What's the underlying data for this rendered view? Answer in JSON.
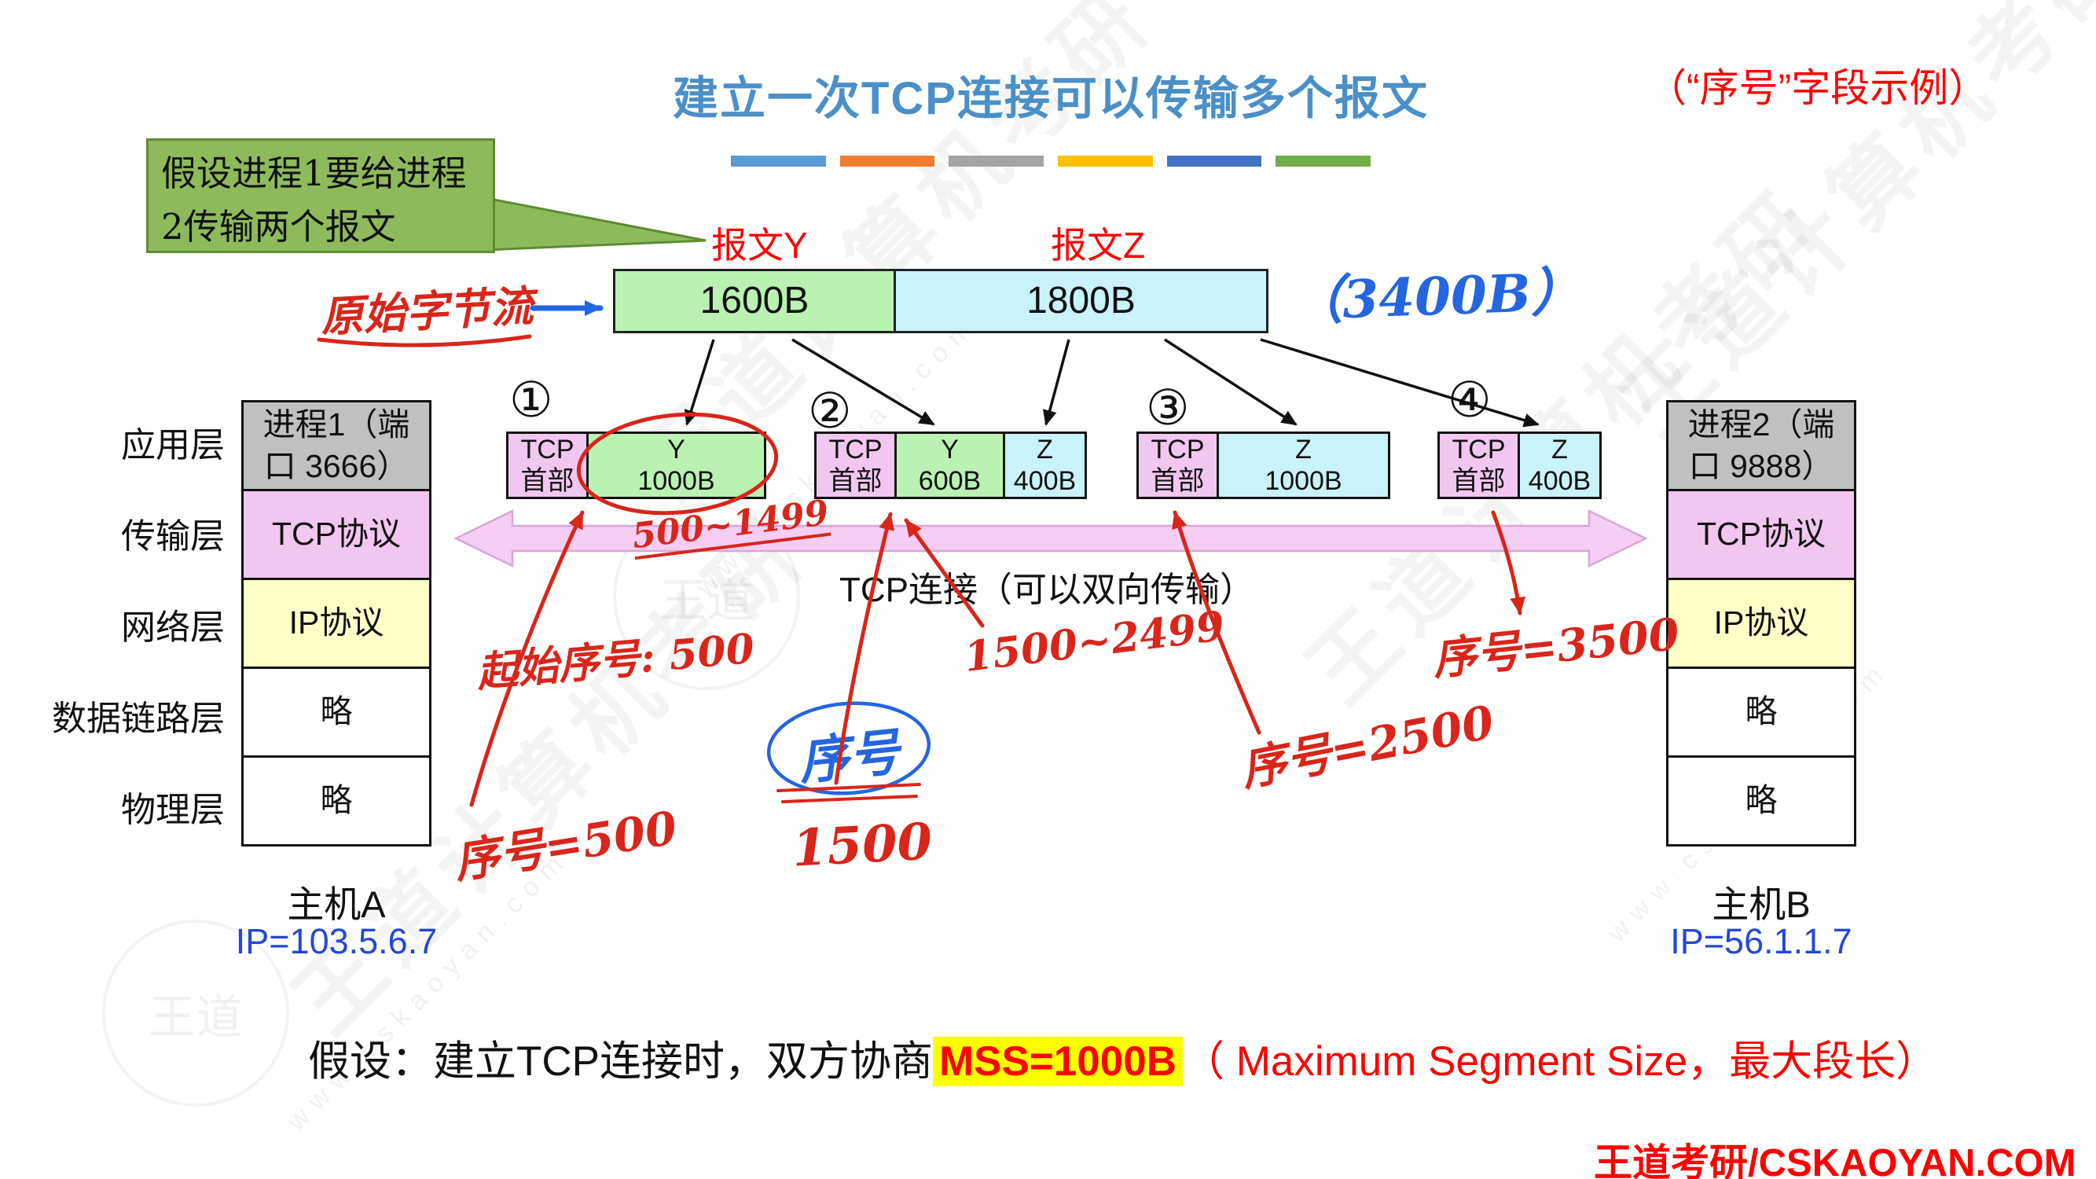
{
  "title": "建立一次TCP连接可以传输多个报文",
  "corner_note": "（“序号”字段示例）",
  "divider_colors": [
    "#5b9bd5",
    "#ed7d31",
    "#a5a5a5",
    "#ffc000",
    "#4472c4",
    "#70ad47"
  ],
  "palette": {
    "title-blue": "#4a90c8",
    "typed-red": "#fe0000",
    "hw-red": "#d9251a",
    "hw-blue": "#2465e0",
    "ip-blue": "#2448d8",
    "green-block": "#b9f2b1",
    "cyan-block": "#c8f3f8",
    "pink-block": "#f2c7ef",
    "gray-block": "#c0c0c0",
    "yellow-block": "#ffffc8",
    "callout-green": "#8fba5c",
    "callout-border": "#5f8b33",
    "arrow-pink": "#f6cef4",
    "arrow-pink-stroke": "#d9a6d6",
    "highlight-yellow": "#ffff00"
  },
  "callout": {
    "text": "假设进程1要给进程2传输两个报文"
  },
  "byte_stream": {
    "label": "原始字节流",
    "message_y": "报文Y",
    "message_z": "报文Z",
    "blocks": [
      {
        "label": "1600B"
      },
      {
        "label": "1800B"
      }
    ],
    "total": "（3400B）"
  },
  "segments": [
    {
      "number": "①",
      "parts": [
        {
          "line1": "TCP",
          "line2": "首部"
        },
        {
          "line1": "Y",
          "line2": "1000B"
        }
      ]
    },
    {
      "number": "②",
      "parts": [
        {
          "line1": "TCP",
          "line2": "首部"
        },
        {
          "line1": "Y",
          "line2": "600B"
        },
        {
          "line1": "Z",
          "line2": "400B"
        }
      ]
    },
    {
      "number": "③",
      "parts": [
        {
          "line1": "TCP",
          "line2": "首部"
        },
        {
          "line1": "Z",
          "line2": "1000B"
        }
      ]
    },
    {
      "number": "④",
      "parts": [
        {
          "line1": "TCP",
          "line2": "首部"
        },
        {
          "line1": "Z",
          "line2": "400B"
        }
      ]
    }
  ],
  "connection_label": "TCP连接（可以双向传输）",
  "layer_labels": [
    "应用层",
    "传输层",
    "网络层",
    "数据链路层",
    "物理层"
  ],
  "host_a": {
    "stack": [
      "进程1（端口 3666）",
      "TCP协议",
      "IP协议",
      "略",
      "略"
    ],
    "name": "主机A",
    "ip": "IP=103.5.6.7"
  },
  "host_b": {
    "stack": [
      "进程2（端口 9888）",
      "TCP协议",
      "IP协议",
      "略",
      "略"
    ],
    "name": "主机B",
    "ip": "IP=56.1.1.7"
  },
  "handwritten": {
    "range1": "500~1499",
    "start_seq": "起始序号: 500",
    "seq_500": "序号=500",
    "seq_word": "序号",
    "seq_1500": "1500",
    "range2": "1500~2499",
    "seq_2500": "序号=2500",
    "seq_3500": "序号=3500"
  },
  "footer": {
    "prefix": "假设：建立TCP连接时，双方协商",
    "mss": "MSS=1000B",
    "suffix": "（ Maximum Segment Size，最大段长）"
  },
  "brand": "王道考研/CSKAOYAN.COM",
  "watermark": {
    "text": "王道计算机考研",
    "url": "www.cskaoyan.com",
    "seal": "王道"
  }
}
